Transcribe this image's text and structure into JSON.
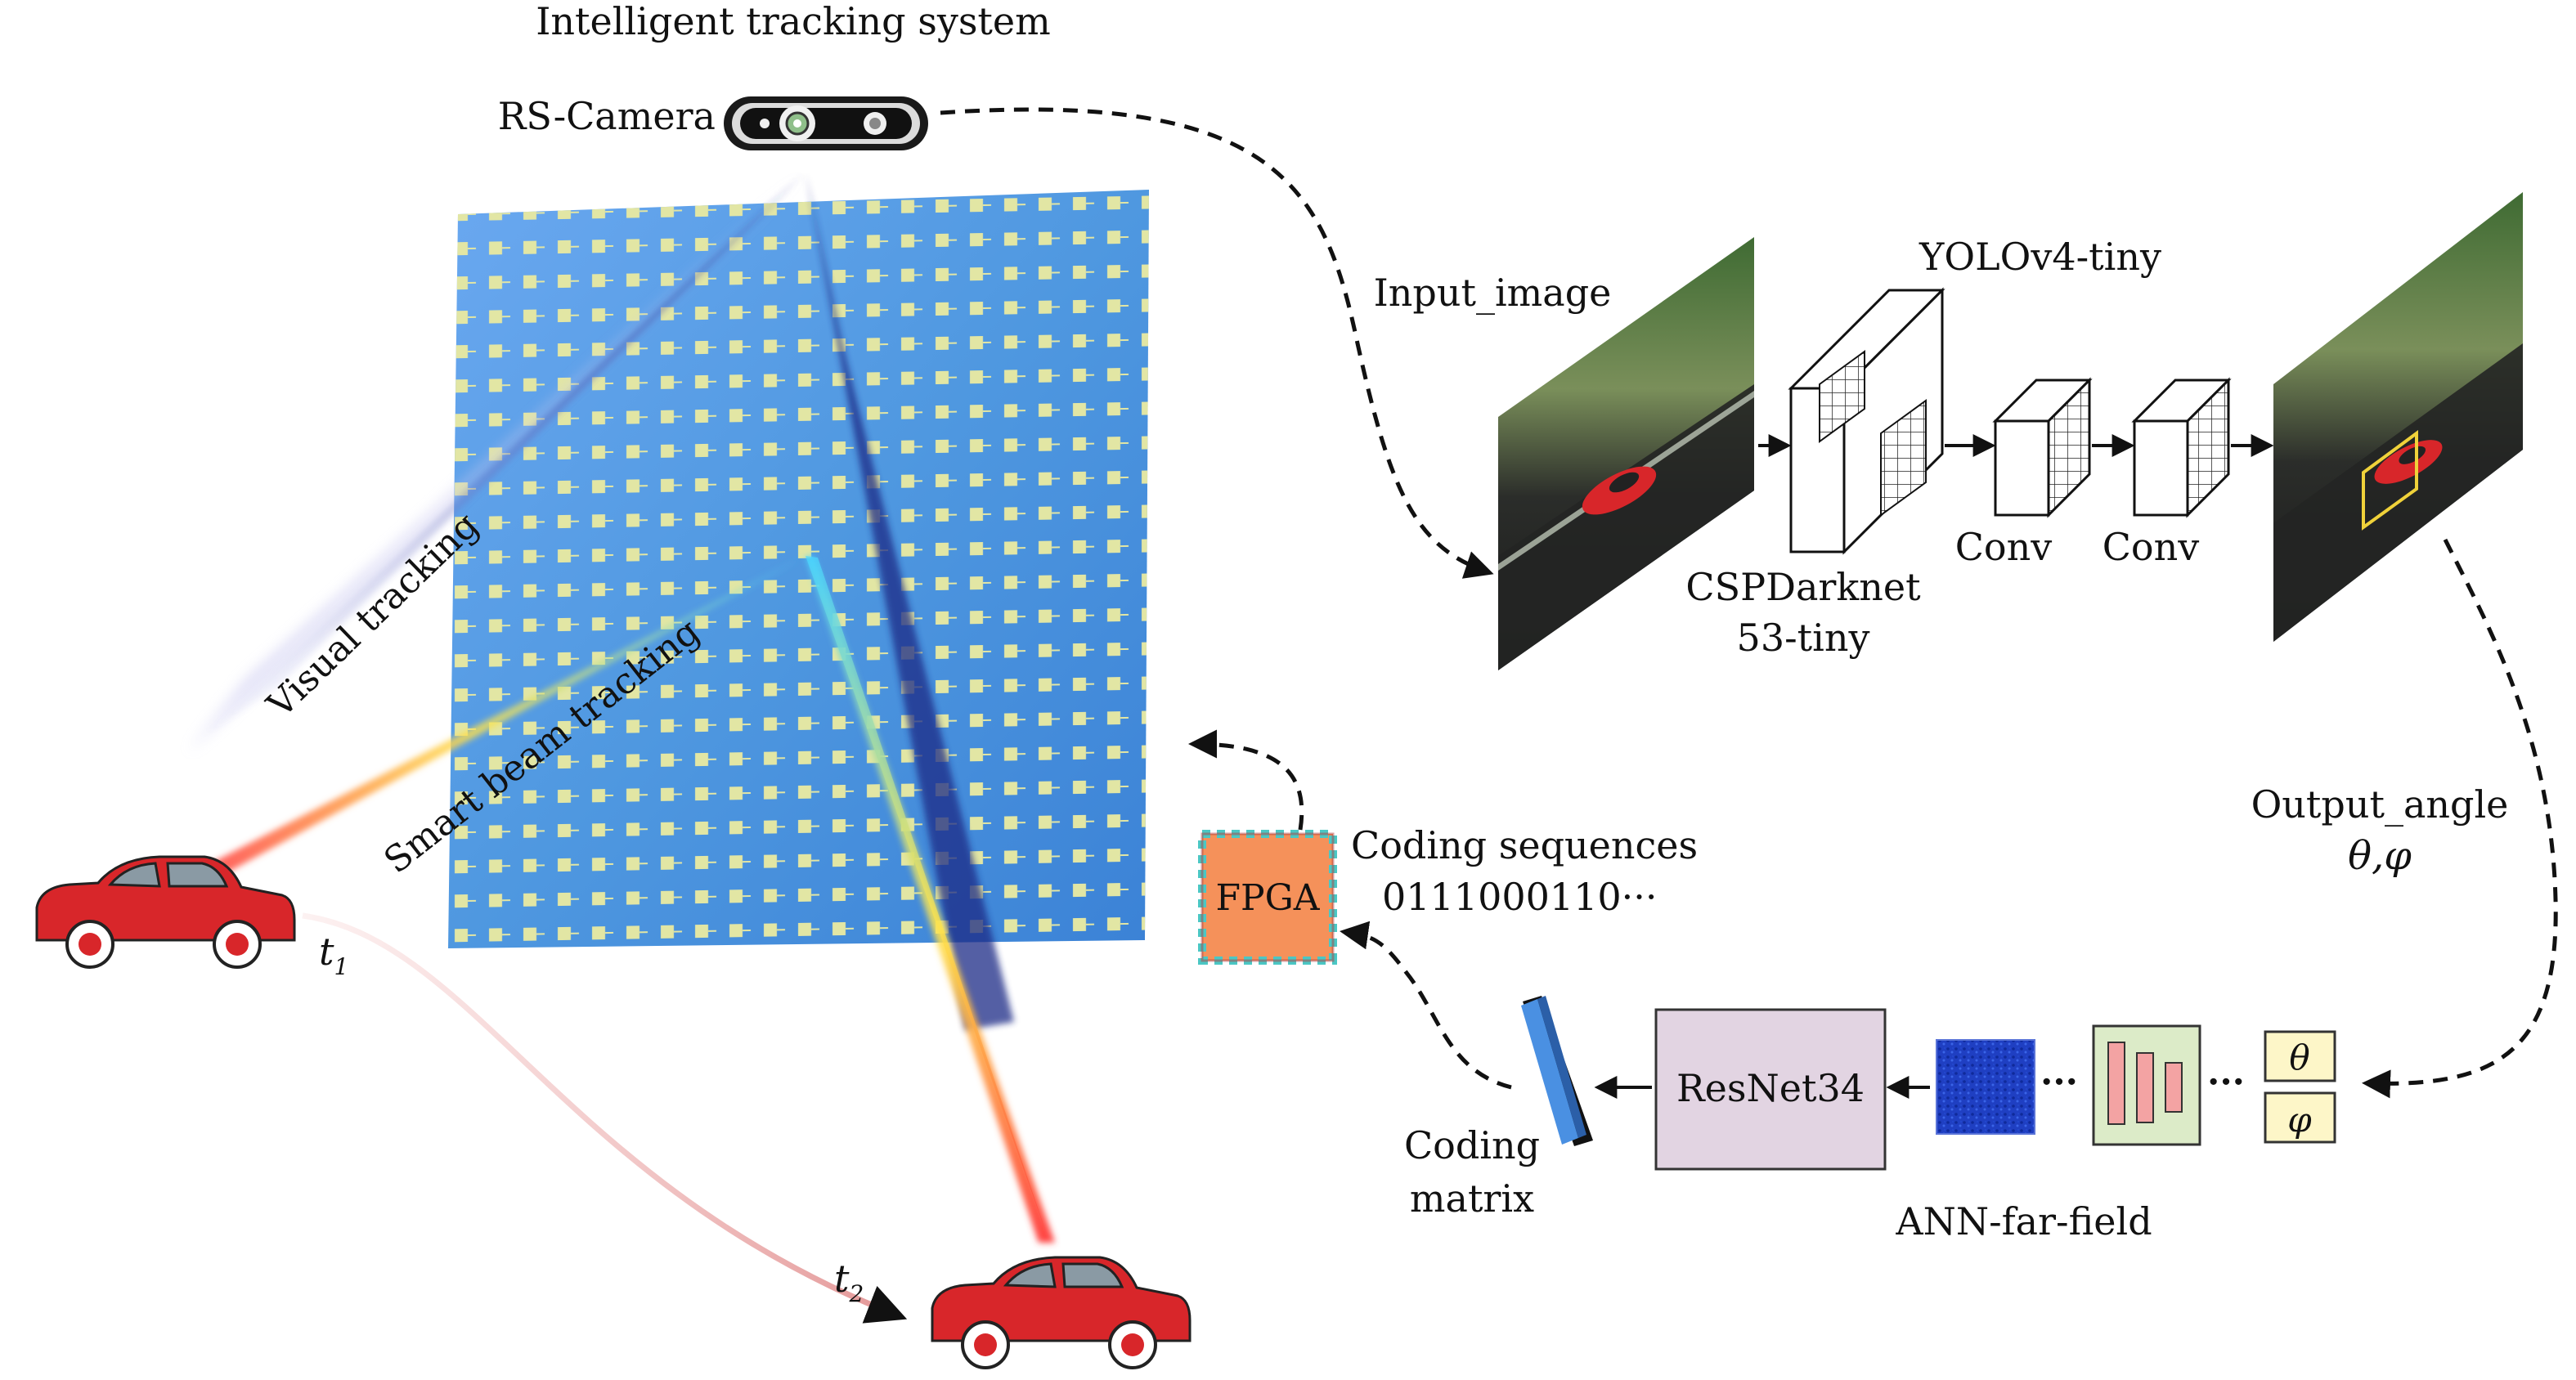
{
  "title": "Intelligent tracking system",
  "camera": {
    "label": "RS-Camera"
  },
  "beams": {
    "visual_label": "Visual tracking",
    "smart_label": "Smart beam tracking"
  },
  "cars": {
    "t1_base": "t",
    "t1_sub": "1",
    "t2_base": "t",
    "t2_sub": "2"
  },
  "cnn": {
    "input_label": "Input_image",
    "model_label": "YOLOv4-tiny",
    "backbone_line1": "CSPDarknet",
    "backbone_line2": "53-tiny",
    "conv1_label": "Conv",
    "conv2_label": "Conv",
    "output_label": "Output_angle",
    "output_angles": "θ,φ"
  },
  "ann": {
    "theta": "θ",
    "phi": "φ",
    "ellipsis": "···",
    "resnet_label": "ResNet34",
    "coding_matrix_line1": "Coding",
    "coding_matrix_line2": "matrix",
    "ann_label": "ANN-far-field"
  },
  "fpga": {
    "label": "FPGA",
    "coding_title": "Coding sequences",
    "coding_seq": "0111000110···"
  },
  "colors": {
    "metasurface": "#4f98e0",
    "unit_cell": "#e2e6a4",
    "car": "#d8262a",
    "fpga": "#f5915a",
    "resnet": "#e2d4e2",
    "coding_matrix": "#4a90e2"
  }
}
